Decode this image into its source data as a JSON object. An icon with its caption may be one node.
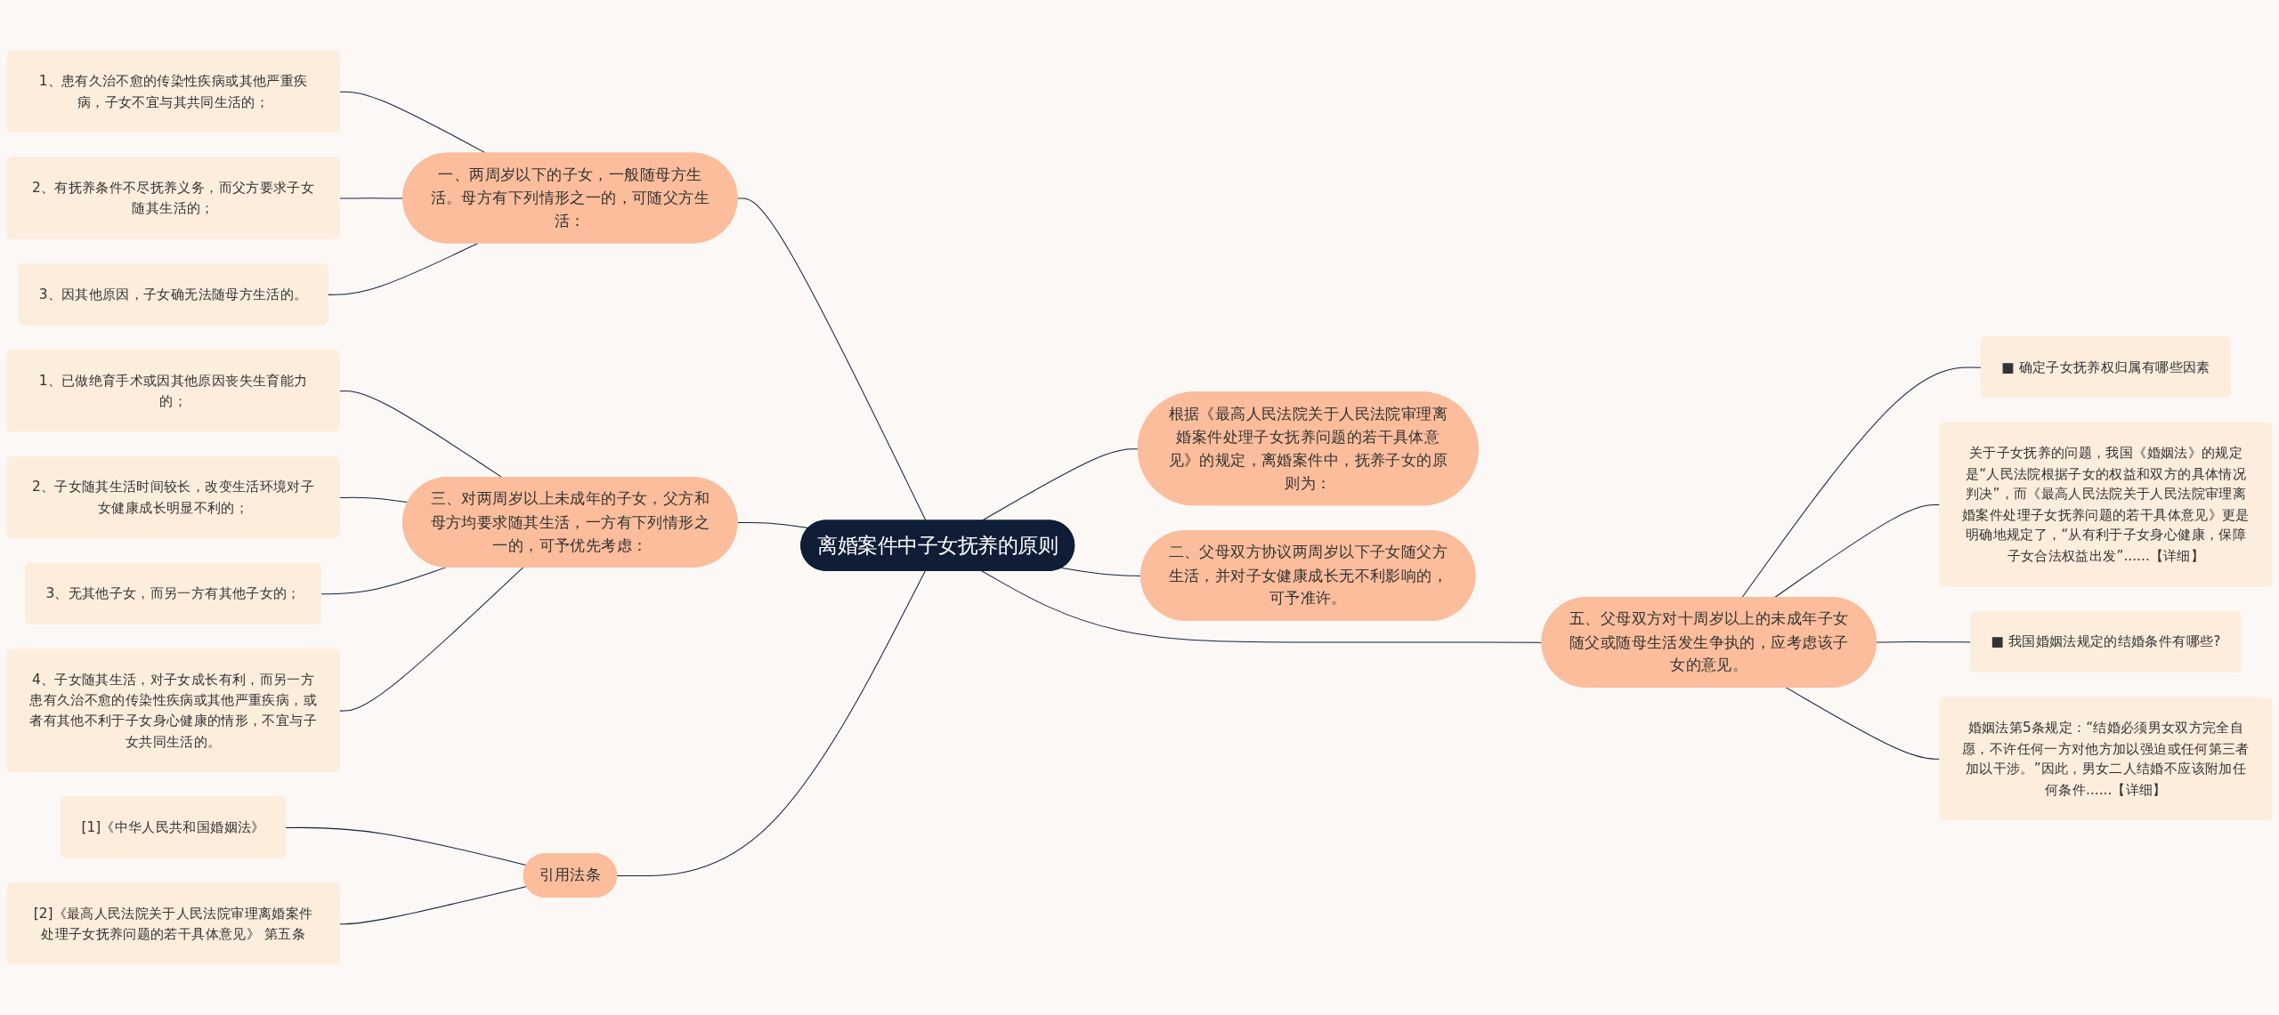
{
  "diagram": {
    "nodes": [
      {
        "text": [
          "离婚案件中子女抚养的原则"
        ]
      },
      {
        "text": [
          "一、两周岁以下的子女，一般随母方生活。母方有下列情形之一的，可随父方生活："
        ]
      },
      {
        "text": [
          "1、患有久治不愈的传染性疾病或其他严重疾病，子女不宜与其共同生活的；"
        ]
      },
      {
        "text": [
          "2、有抚养条件不尽抚养义务，而父方要求子女随其生活的；"
        ]
      },
      {
        "text": [
          "3、因其他原因，子女确无法随母方生活的。"
        ]
      },
      {
        "text": [
          "三、对两周岁以上未成年的子女，父方和母方均要求随其生活，一方有下列情形之一的，可予优先考虑："
        ]
      },
      {
        "text": [
          "1、已做绝育手术或因其他原因丧失生育能力的；"
        ]
      },
      {
        "text": [
          "2、子女随其生活时间较长，改变生活环境对子女健康成长明显不利的；"
        ]
      },
      {
        "text": [
          "3、无其他子女，而另一方有其他子女的；"
        ]
      },
      {
        "text": [
          "4、子女随其生活，对子女成长有利，而另一方患有久治不愈的传染性疾病或其他严重疾病，或者有其他不利于子女身心健康的情形，不宜与子女共同生活的。"
        ]
      },
      {
        "text": [
          "引用法条"
        ]
      },
      {
        "text": [
          "[1]《中华人民共和国婚姻法》"
        ]
      },
      {
        "text": [
          "[2]《最高人民法院关于人民法院审理离婚案件处理子女抚养问题的若干具体意见》 第五条"
        ]
      },
      {
        "text": [
          "根据《最高人民法院关于人民法院审理离婚案件处理子女抚养问题的若干具体意见》的规定，离婚案件中，抚养子女的原则为："
        ]
      },
      {
        "text": [
          "二、父母双方协议两周岁以下子女随父方生活，并对子女健康成长无不利影响的，可予准许。"
        ]
      },
      {
        "text": [
          "五、父母双方对十周岁以上的未成年子女随父或随母生活发生争执的，应考虑该子女的意见。"
        ]
      },
      {
        "text": [
          "■ 确定子女抚养权归属有哪些因素"
        ]
      },
      {
        "text": [
          "关于子女抚养的问题，我国《婚姻法》的规定是“人民法院根据子女的权益和双方的具体情况判决”，而《最高人民法院关于人民法院审理离婚案件处理子女抚养问题的若干具体意见》更是明确地规定了，“从有利于子女身心健康，保障子女合法权益出发”......【详细】"
        ]
      },
      {
        "text": [
          "■ 我国婚姻法规定的结婚条件有哪些?"
        ]
      },
      {
        "text": [
          "婚姻法第5条规定：“结婚必须男女双方完全自愿，不许任何一方对他方加以强迫或任何第三者加以干涉。”因此，男女二人结婚不应该附加任何条件......【详细】"
        ]
      }
    ],
    "edges": [
      {
        "from": 2,
        "to": 1,
        "arrow": "none"
      },
      {
        "from": 3,
        "to": 1,
        "arrow": "none"
      },
      {
        "from": 4,
        "to": 1,
        "arrow": "none"
      },
      {
        "from": 1,
        "to": 0,
        "arrow": "none"
      },
      {
        "from": 6,
        "to": 5,
        "arrow": "none"
      },
      {
        "from": 7,
        "to": 5,
        "arrow": "none"
      },
      {
        "from": 8,
        "to": 5,
        "arrow": "none"
      },
      {
        "from": 9,
        "to": 5,
        "arrow": "none"
      },
      {
        "from": 5,
        "to": 0,
        "arrow": "none"
      },
      {
        "from": 11,
        "to": 10,
        "arrow": "none"
      },
      {
        "from": 12,
        "to": 10,
        "arrow": "none"
      },
      {
        "from": 10,
        "to": 0,
        "arrow": "none"
      },
      {
        "from": 0,
        "to": 13,
        "arrow": "none"
      },
      {
        "from": 0,
        "to": 14,
        "arrow": "none"
      },
      {
        "from": 0,
        "to": 15,
        "arrow": "none"
      },
      {
        "from": 15,
        "to": 16,
        "arrow": "none"
      },
      {
        "from": 15,
        "to": 17,
        "arrow": "none"
      },
      {
        "from": 15,
        "to": 18,
        "arrow": "none"
      },
      {
        "from": 15,
        "to": 19,
        "arrow": "none"
      }
    ]
  }
}
